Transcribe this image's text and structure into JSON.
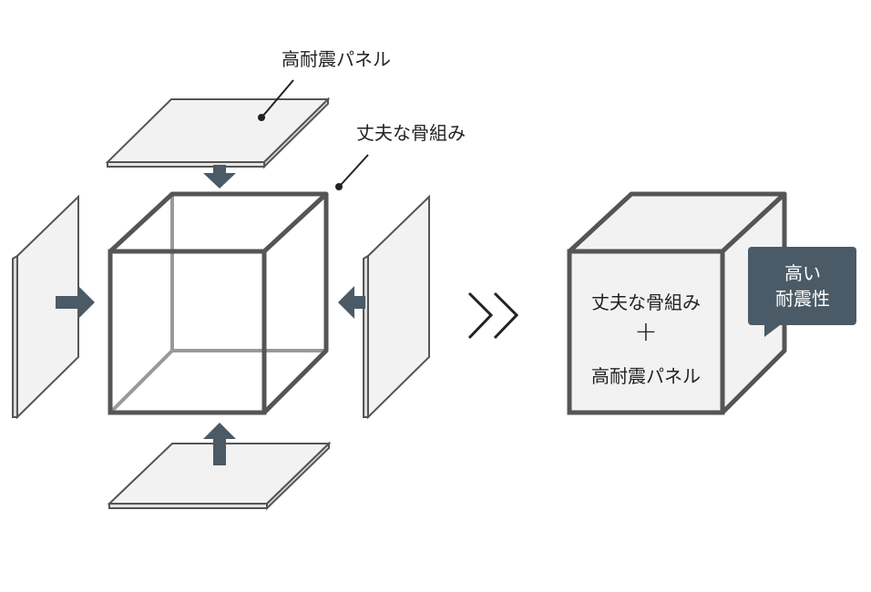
{
  "labels": {
    "panel": "高耐震パネル",
    "frame": "丈夫な骨組み"
  },
  "result": {
    "line1": "丈夫な骨組み",
    "plus": "+",
    "line2": "高耐震パネル"
  },
  "bubble": {
    "line1": "高い",
    "line2": "耐震性"
  },
  "colors": {
    "frame_stroke": "#555555",
    "frame_hidden": "#999999",
    "panel_fill": "#f2f2f2",
    "panel_stroke": "#555555",
    "arrow": "#4a5a66",
    "bubble": "#4a5a66",
    "text": "#222222"
  },
  "icons": {
    "arrows": "arrow-icon",
    "chevrons": "double-chevron-right-icon"
  }
}
